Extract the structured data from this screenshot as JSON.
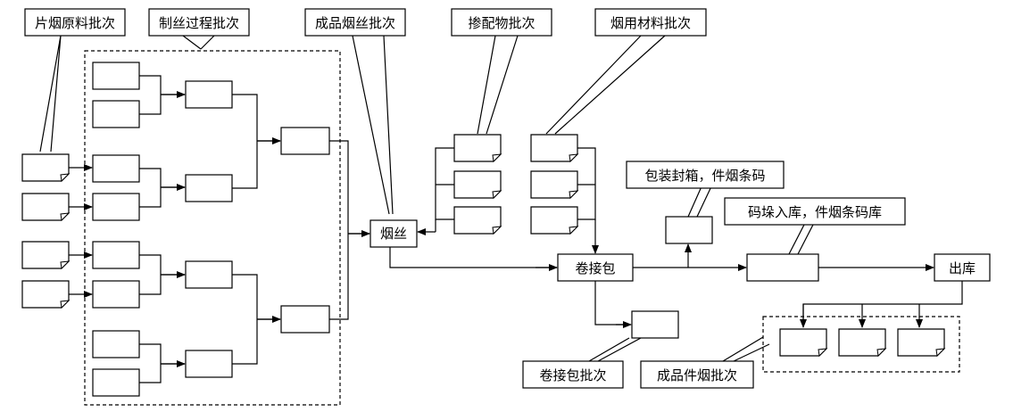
{
  "labels": {
    "raw_leaf_batch": "片烟原料批次",
    "process_batch": "制丝过程批次",
    "finished_cut_batch": "成品烟丝批次",
    "blend_batch": "掺配物批次",
    "material_batch": "烟用材料批次",
    "pack_seal": "包装封箱，件烟条码",
    "stack_storage": "码垛入库，件烟条码库",
    "cut_tobacco": "烟丝",
    "roll_pack": "卷接包",
    "out_storage": "出库",
    "roll_pack_batch": "卷接包批次",
    "finished_case_batch": "成品件烟批次"
  }
}
